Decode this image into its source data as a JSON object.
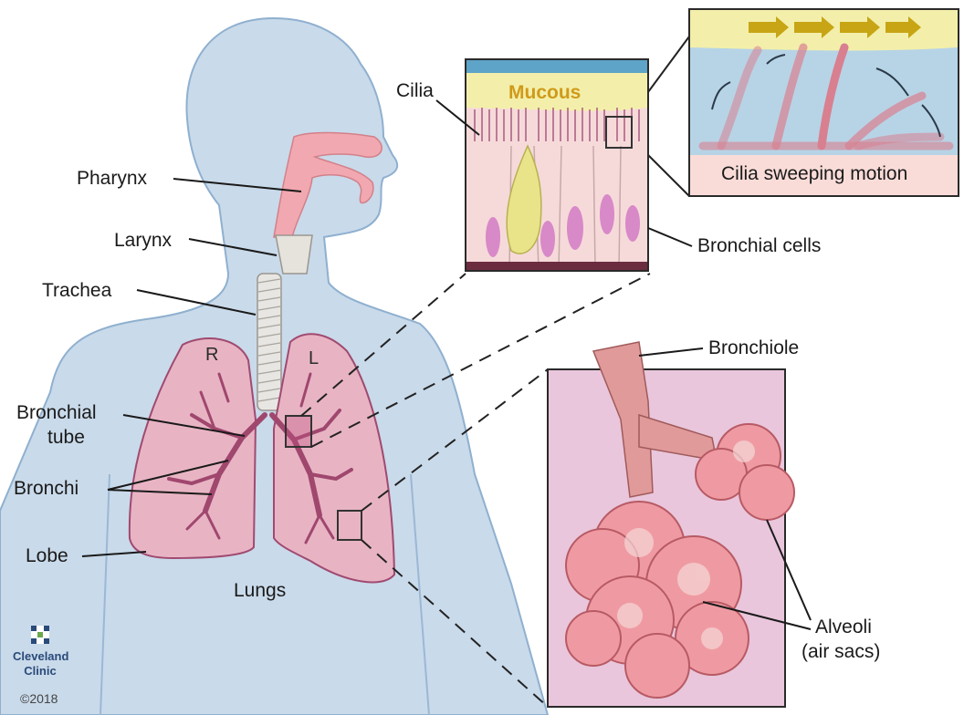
{
  "labels": {
    "pharynx": "Pharynx",
    "larynx": "Larynx",
    "trachea": "Trachea",
    "bronchial_tube_1": "Bronchial",
    "bronchial_tube_2": "tube",
    "bronchi": "Bronchi",
    "lobe": "Lobe",
    "lungs": "Lungs",
    "right": "R",
    "left": "L",
    "cilia": "Cilia",
    "mucous": "Mucous",
    "cilia_sweeping": "Cilia sweeping motion",
    "bronchial_cells": "Bronchial cells",
    "bronchiole": "Bronchiole",
    "alveoli_1": "Alveoli",
    "alveoli_2": "(air sacs)"
  },
  "logo": {
    "name_1": "Cleveland",
    "name_2": "Clinic",
    "copyright": "©2018"
  },
  "colors": {
    "body": "#c9daea",
    "body_outline": "#8fb0cf",
    "lung": "#e8b4c4",
    "lung_outline": "#a04a70",
    "bronchi": "#a0476e",
    "airway": "#f2a8b0",
    "mucous": "#f3efaa",
    "cell": "#f6dada",
    "nucleus": "#d889c7",
    "inset_bg": "#e9c6dc",
    "alveoli": "#e88a95",
    "arrow_gold": "#c7a514"
  }
}
